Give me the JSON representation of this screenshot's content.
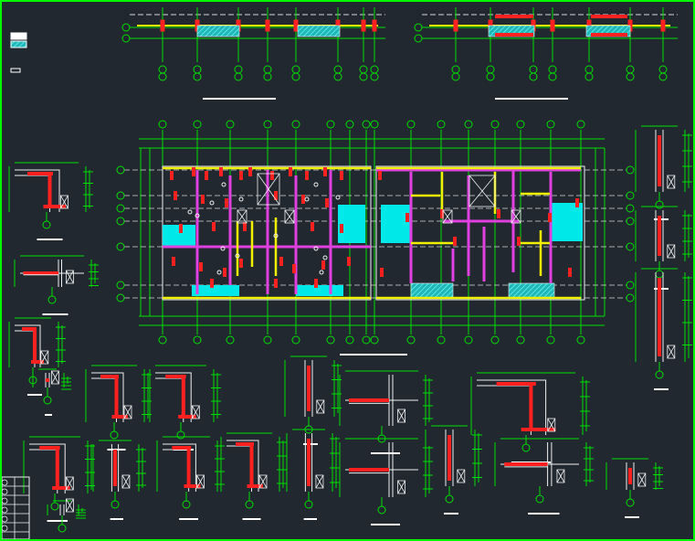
{
  "colors": {
    "background": "#212830",
    "frame": "#00ff00",
    "grid": "#00e000",
    "axis_dash": "#d8d8d8",
    "column": "#ff2020",
    "wall_magenta": "#e040e0",
    "wall_yellow": "#f0f000",
    "fill_cyan": "#00e8e8",
    "outline_white": "#f0f0f0"
  },
  "drawing": {
    "type": "structural-plan-sheet",
    "has_legend_swatches": true,
    "detail_sections_count": 22,
    "axis_bubble_rows": 4
  }
}
